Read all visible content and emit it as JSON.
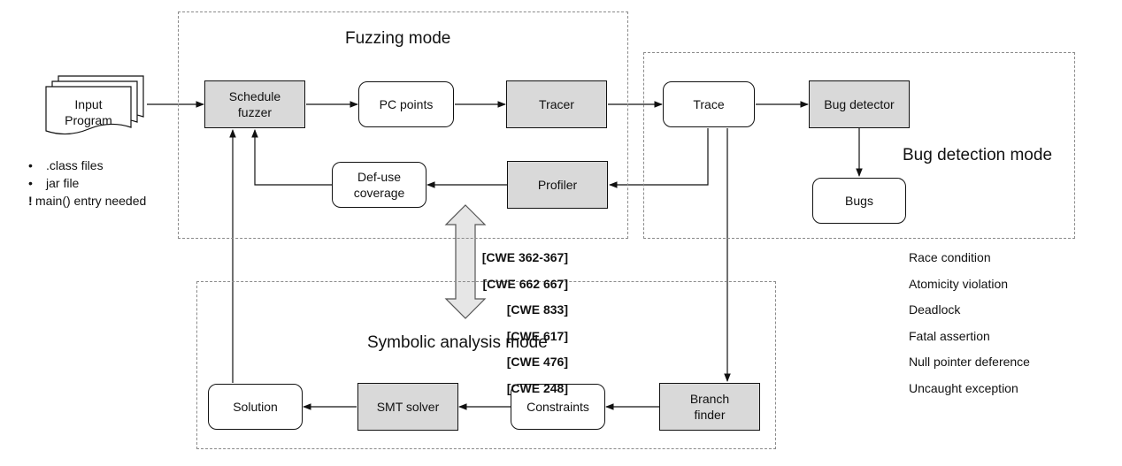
{
  "modes": {
    "fuzzing": "Fuzzing mode",
    "bug_detection": "Bug detection mode",
    "symbolic": "Symbolic analysis mode"
  },
  "input": {
    "label_line1": "Input",
    "label_line2": "Program",
    "notes": [
      ".class files",
      "jar file",
      "main() entry needed"
    ],
    "note_markers": [
      "•",
      "•",
      "!"
    ]
  },
  "nodes": {
    "schedule_fuzzer": "Schedule\nfuzzer",
    "pc_points": "PC points",
    "tracer": "Tracer",
    "def_use_coverage": "Def-use\ncoverage",
    "profiler": "Profiler",
    "trace": "Trace",
    "bug_detector": "Bug detector",
    "bugs": "Bugs",
    "solution": "Solution",
    "smt_solver": "SMT solver",
    "constraints": "Constraints",
    "branch_finder": "Branch\nfinder"
  },
  "cwe_list": [
    {
      "code": "[CWE 362-367]",
      "desc": "Race condition"
    },
    {
      "code": "[CWE 662 667]",
      "desc": "Atomicity violation"
    },
    {
      "code": "[CWE 833]",
      "desc": "Deadlock"
    },
    {
      "code": "[CWE 617]",
      "desc": "Fatal assertion"
    },
    {
      "code": "[CWE 476]",
      "desc": "Null pointer deference"
    },
    {
      "code": "[CWE 248]",
      "desc": "Uncaught exception"
    }
  ],
  "colors": {
    "gray_fill": "#d9d9d9",
    "stroke": "#111111",
    "dashed": "#8a8a8a",
    "double_arrow_fill": "#e6e6e6"
  }
}
